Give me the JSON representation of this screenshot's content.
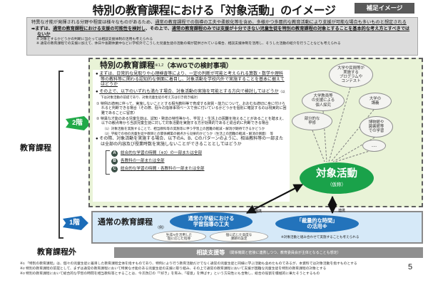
{
  "page": {
    "title": "特別の教育課程における「対象活動」のイメージ",
    "badge": "補足イメージ",
    "page_number": "5"
  },
  "intro": {
    "l1a": "特異な才能が発揮される分野や程度は様々なものがあるため、",
    "l1b": "通常の教育課程での指導の工夫や柔軟化等を含め、多様かつ多層的な教育活動により支援が可能な場合も多いものと想定される",
    "l2a": "➡まずは、",
    "l2b": "通常の教育課程における支援の可能性を検討し",
    "l2c": "、その上で、",
    "l2d": "通常の教育課程のみでは支援が十分できない児童生徒を特別の教育課程の対象とすることを基本的な考え方とすべきではないか",
    "note1": "※ 対象とするかどうかの判断に当たっては相談支援体制の活用も考えられる",
    "note2": "※ 通常の教育課程での支援に加えて、休日や長期休業中などに学校外でこうした児童生徒の活動の場が提供されている場合、相談支援体制を活用し、そうした活動の紹介を行うことなども考えられる"
  },
  "left_rail": {
    "curriculum": "教育課程",
    "floor2": "2階",
    "floor1": "1階",
    "outside": "教育課程外"
  },
  "special": {
    "title": "特別の教育課程",
    "title_ref": "※1,2",
    "title_suffix": "（本WGでの検討事項）",
    "bullet_mark": "●",
    "bullet1": "まずは、日常的な見取りや心理検査等により、一定の判断が可能と考えられる算数・数学や理科等の教科等に関わる認知的な側面に着目し、対象活動を学校内外で実施することを基本に据えてはどうか",
    "bullet2": "その上で、以下のいずれも満たす場合、対象活動の実施を可能とする方向で検討してはどうか",
    "bullet2_note": "（以下は対象活動の前提であり、対象児童生徒の考え方は引き続き検討）",
    "item1": "① 特例の適用に伴って、実施しないこととする相当教科等で育成する資質・能力について、おおむね適切に身に付けられると判断できる場合（その際、個々の指導事項ベースで身に付いているかどうかを個別に確認するのは現実的に困難であることに留意）",
    "item2": "② 特異な才能のある児童生徒は、認知・発達の特性等から、学習上・生活上の困難を抱えることがあることを踏まえ、以下の観点等から当該児童生徒に対して対象活動を実施する方が効果的であると総合的に判断できる場合",
    "item2_sub1": "（1）対象活動を実施することで、相当教科等の実施等に伴う学習上の困難の軽減・解消が期待できるかどうか",
    "item2_sub2": "（2）学級での他の児童生徒や教師との関係構築の観点から効果的かどうか（生活上の困難の軽減・解消の側面）　等",
    "bullet3": "その際、対象活動を実施する場合、以下のA、B、Cのパターンのように、相当教科等の一部または全部の内容及び授業時数を実施しないことができることとしてはどうか",
    "patterns": [
      {
        "label": "A",
        "text": "総合的な学習の時間（※3）の一部または全部"
      },
      {
        "label": "B",
        "text": "各教科の一部または全部"
      },
      {
        "label": "C",
        "text": "総合的な学習の時間・各教科の一部または全部"
      }
    ]
  },
  "activities": {
    "oval1": "大学や民間等が\n実施する\nプログラムや\nコンテスト",
    "oval2": "大学教員等\nの支援による\n個人探究",
    "oval3": "大学の\n講義",
    "oval4": "部分的な\n早修",
    "oval5": "博物館や\n図書館等\nでの学習",
    "oval6": "…"
  },
  "target": {
    "label": "対象活動",
    "sub": "（仮称）"
  },
  "regular": {
    "title": "通常の教育課程",
    "title_note": "（例）",
    "oval_main": "通常の学級における\n学習指導の工夫",
    "sub_oval1": "生成AIを活用した\n個に応じた指導",
    "sub_oval2": "個に応じた高度な\n課題の設定",
    "oval_time": "「裁量的な時間」\nの活用※",
    "time_note": "※対象活動と組み合わせて実施することも考えられる",
    "link1": "連携",
    "link2": "連携"
  },
  "support": {
    "label": "相談支援等",
    "note": "（関係機関と密接に連携しつつ、教育委員会が主体となることも想定）"
  },
  "footnotes": [
    "※1 「特別の教育課程」は、個々の児童生徒に着目した教育課程全体を指すものであり、特例により行う教育活動だけでなく通常の児童生徒と同様に学ぶ活動も含めたものであるが、本資料では対象活動を指すものとする",
    "※2 特別の教育課程の前提として、まずは通常の教育課程において特異な才能のある児童生徒の支援に取り組み、その上で通常の教育課程において支援が困難な児童生徒を特別の教育課程の対象とする",
    "※3 特別の教育課程において総合的な学習の時間を相当教科等とすることは、今次改訂の「「好き」を育み、「得意」を伸ばす」という方向性にも合致し、総合の役割を積極的に果たそうとするもの"
  ],
  "colors": {
    "target_green": "#1aa24a",
    "floor2_green": "#21a948",
    "floor1_blue": "#1b6cb8",
    "oval_blue": "#2373bb",
    "panel_green": "#e9f3d7",
    "panel_blue": "#d6e9f8",
    "badge_gray": "#595959",
    "bar_gray": "#8f8f8f"
  }
}
